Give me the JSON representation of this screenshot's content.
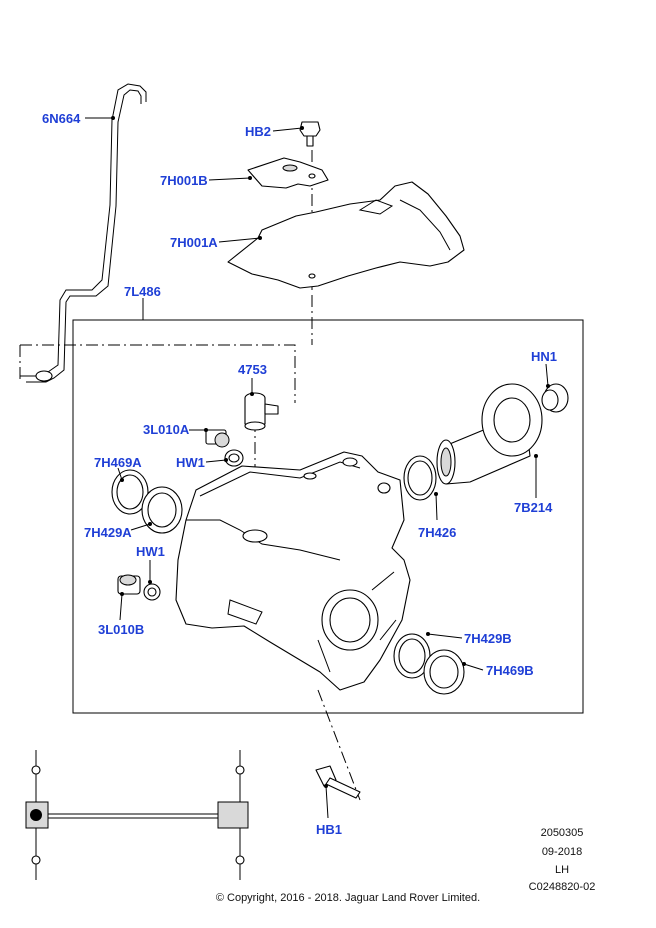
{
  "callouts": {
    "c_6N664": "6N664",
    "c_HB2": "HB2",
    "c_7H001B": "7H001B",
    "c_7H001A": "7H001A",
    "c_7L486": "7L486",
    "c_4753": "4753",
    "c_HN1": "HN1",
    "c_3L010A": "3L010A",
    "c_7H469A": "7H469A",
    "c_HW1_a": "HW1",
    "c_7H426": "7H426",
    "c_7B214": "7B214",
    "c_7H429A": "7H429A",
    "c_HW1_b": "HW1",
    "c_3L010B": "3L010B",
    "c_7H429B": "7H429B",
    "c_7H469B": "7H469B",
    "c_HB1": "HB1"
  },
  "meta": {
    "ref_number": "2050305",
    "date": "09-2018",
    "side": "LH",
    "code": "C0248820-02"
  },
  "copyright": "© Copyright, 2016 - 2018. Jaguar Land Rover Limited.",
  "colors": {
    "callout": "#1f3fd6",
    "line": "#000000",
    "background": "#ffffff"
  }
}
